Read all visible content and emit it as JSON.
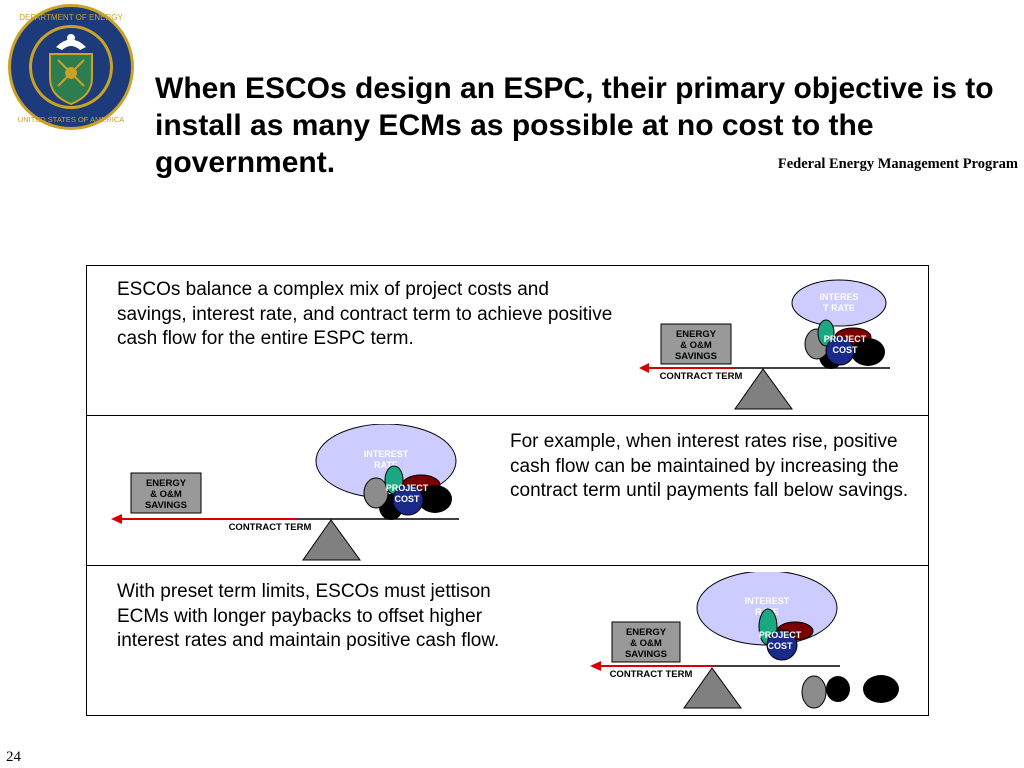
{
  "header": {
    "title": "When ESCOs design an ESPC, their primary objective is to install as many ECMs as possible at no cost to the government.",
    "program": "Federal Energy Management Program",
    "seal": {
      "text": "DEPARTMENT OF ENERGY • UNITED STATES OF AMERICA",
      "colors": {
        "ring": "#1d3a7a",
        "gold": "#c9a227",
        "shield": "#2e7d4f"
      }
    }
  },
  "panels": [
    {
      "text": "ESCOs balance a complex mix of project costs and savings, interest rate, and contract term to achieve positive cash flow for the entire ESPC term."
    },
    {
      "text": "For example, when interest rates rise, positive cash flow can be maintained by increasing the contract term until payments fall below savings."
    },
    {
      "text": "With preset term limits, ESCOs must jettison ECMs with longer paybacks to offset higher interest rates and maintain positive cash flow."
    }
  ],
  "diagram": {
    "savings_line1": "ENERGY",
    "savings_line2": "& O&M",
    "savings_line3": "SAVINGS",
    "term_label": "CONTRACT TERM",
    "project_line1": "PROJECT",
    "project_line2": "COST",
    "interest_small_line1": "INTERES",
    "interest_small_line2": "T RATE",
    "interest_line1": "INTEREST",
    "interest_line2": "RATE",
    "colors": {
      "arrow": "#d60000",
      "savings_box": "#999999",
      "interest_bubble": "#ccccff",
      "project_cost": "#1a2a8a",
      "project_cap": "#7a0000",
      "teal": "#1aa882",
      "grey_ball": "#8c8c8c",
      "fulcrum": "#808080"
    }
  },
  "page_number": "24"
}
